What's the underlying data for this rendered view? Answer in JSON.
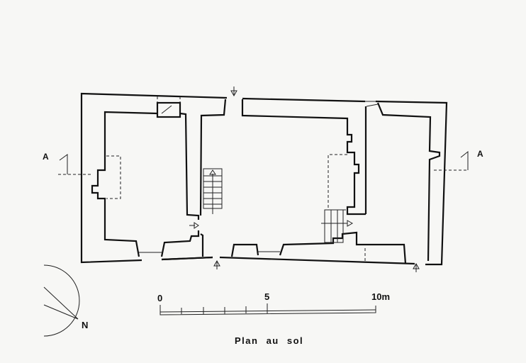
{
  "title": "Plan au sol",
  "section_marker_left": "A",
  "section_marker_right": "A",
  "north_label": "N",
  "scale_bar": {
    "labels": [
      "0",
      "5",
      "10m"
    ],
    "max_m": 10,
    "divisions": 5
  }
}
